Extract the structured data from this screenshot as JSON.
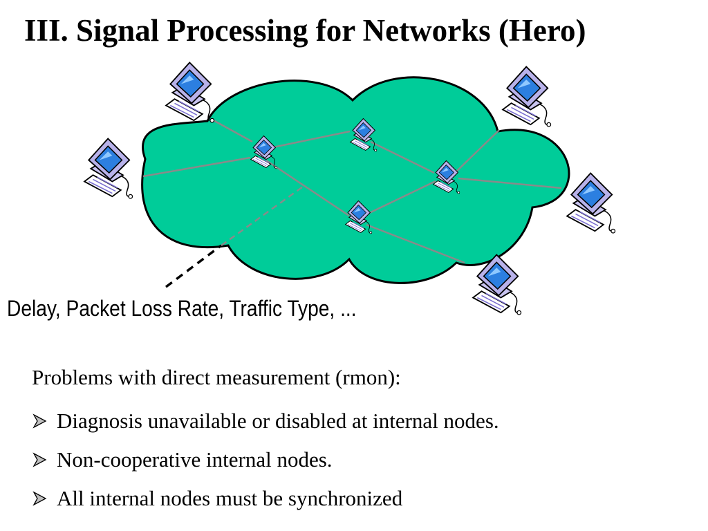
{
  "slide": {
    "title": "III. Signal Processing for Networks (Hero)",
    "caption": "Delay, Packet Loss Rate, Traffic Type, ...",
    "problems_heading": "Problems with direct measurement (rmon):",
    "problems": [
      "Diagnosis unavailable or disabled at internal nodes.",
      "Non-cooperative internal nodes.",
      "All internal nodes must be synchronized"
    ]
  },
  "diagram": {
    "cloud_color": "#00cc99",
    "link_color": "#8a8a8a",
    "computer_icon": "computer-icon",
    "bullet_icon": "arrow-bullet-icon"
  }
}
